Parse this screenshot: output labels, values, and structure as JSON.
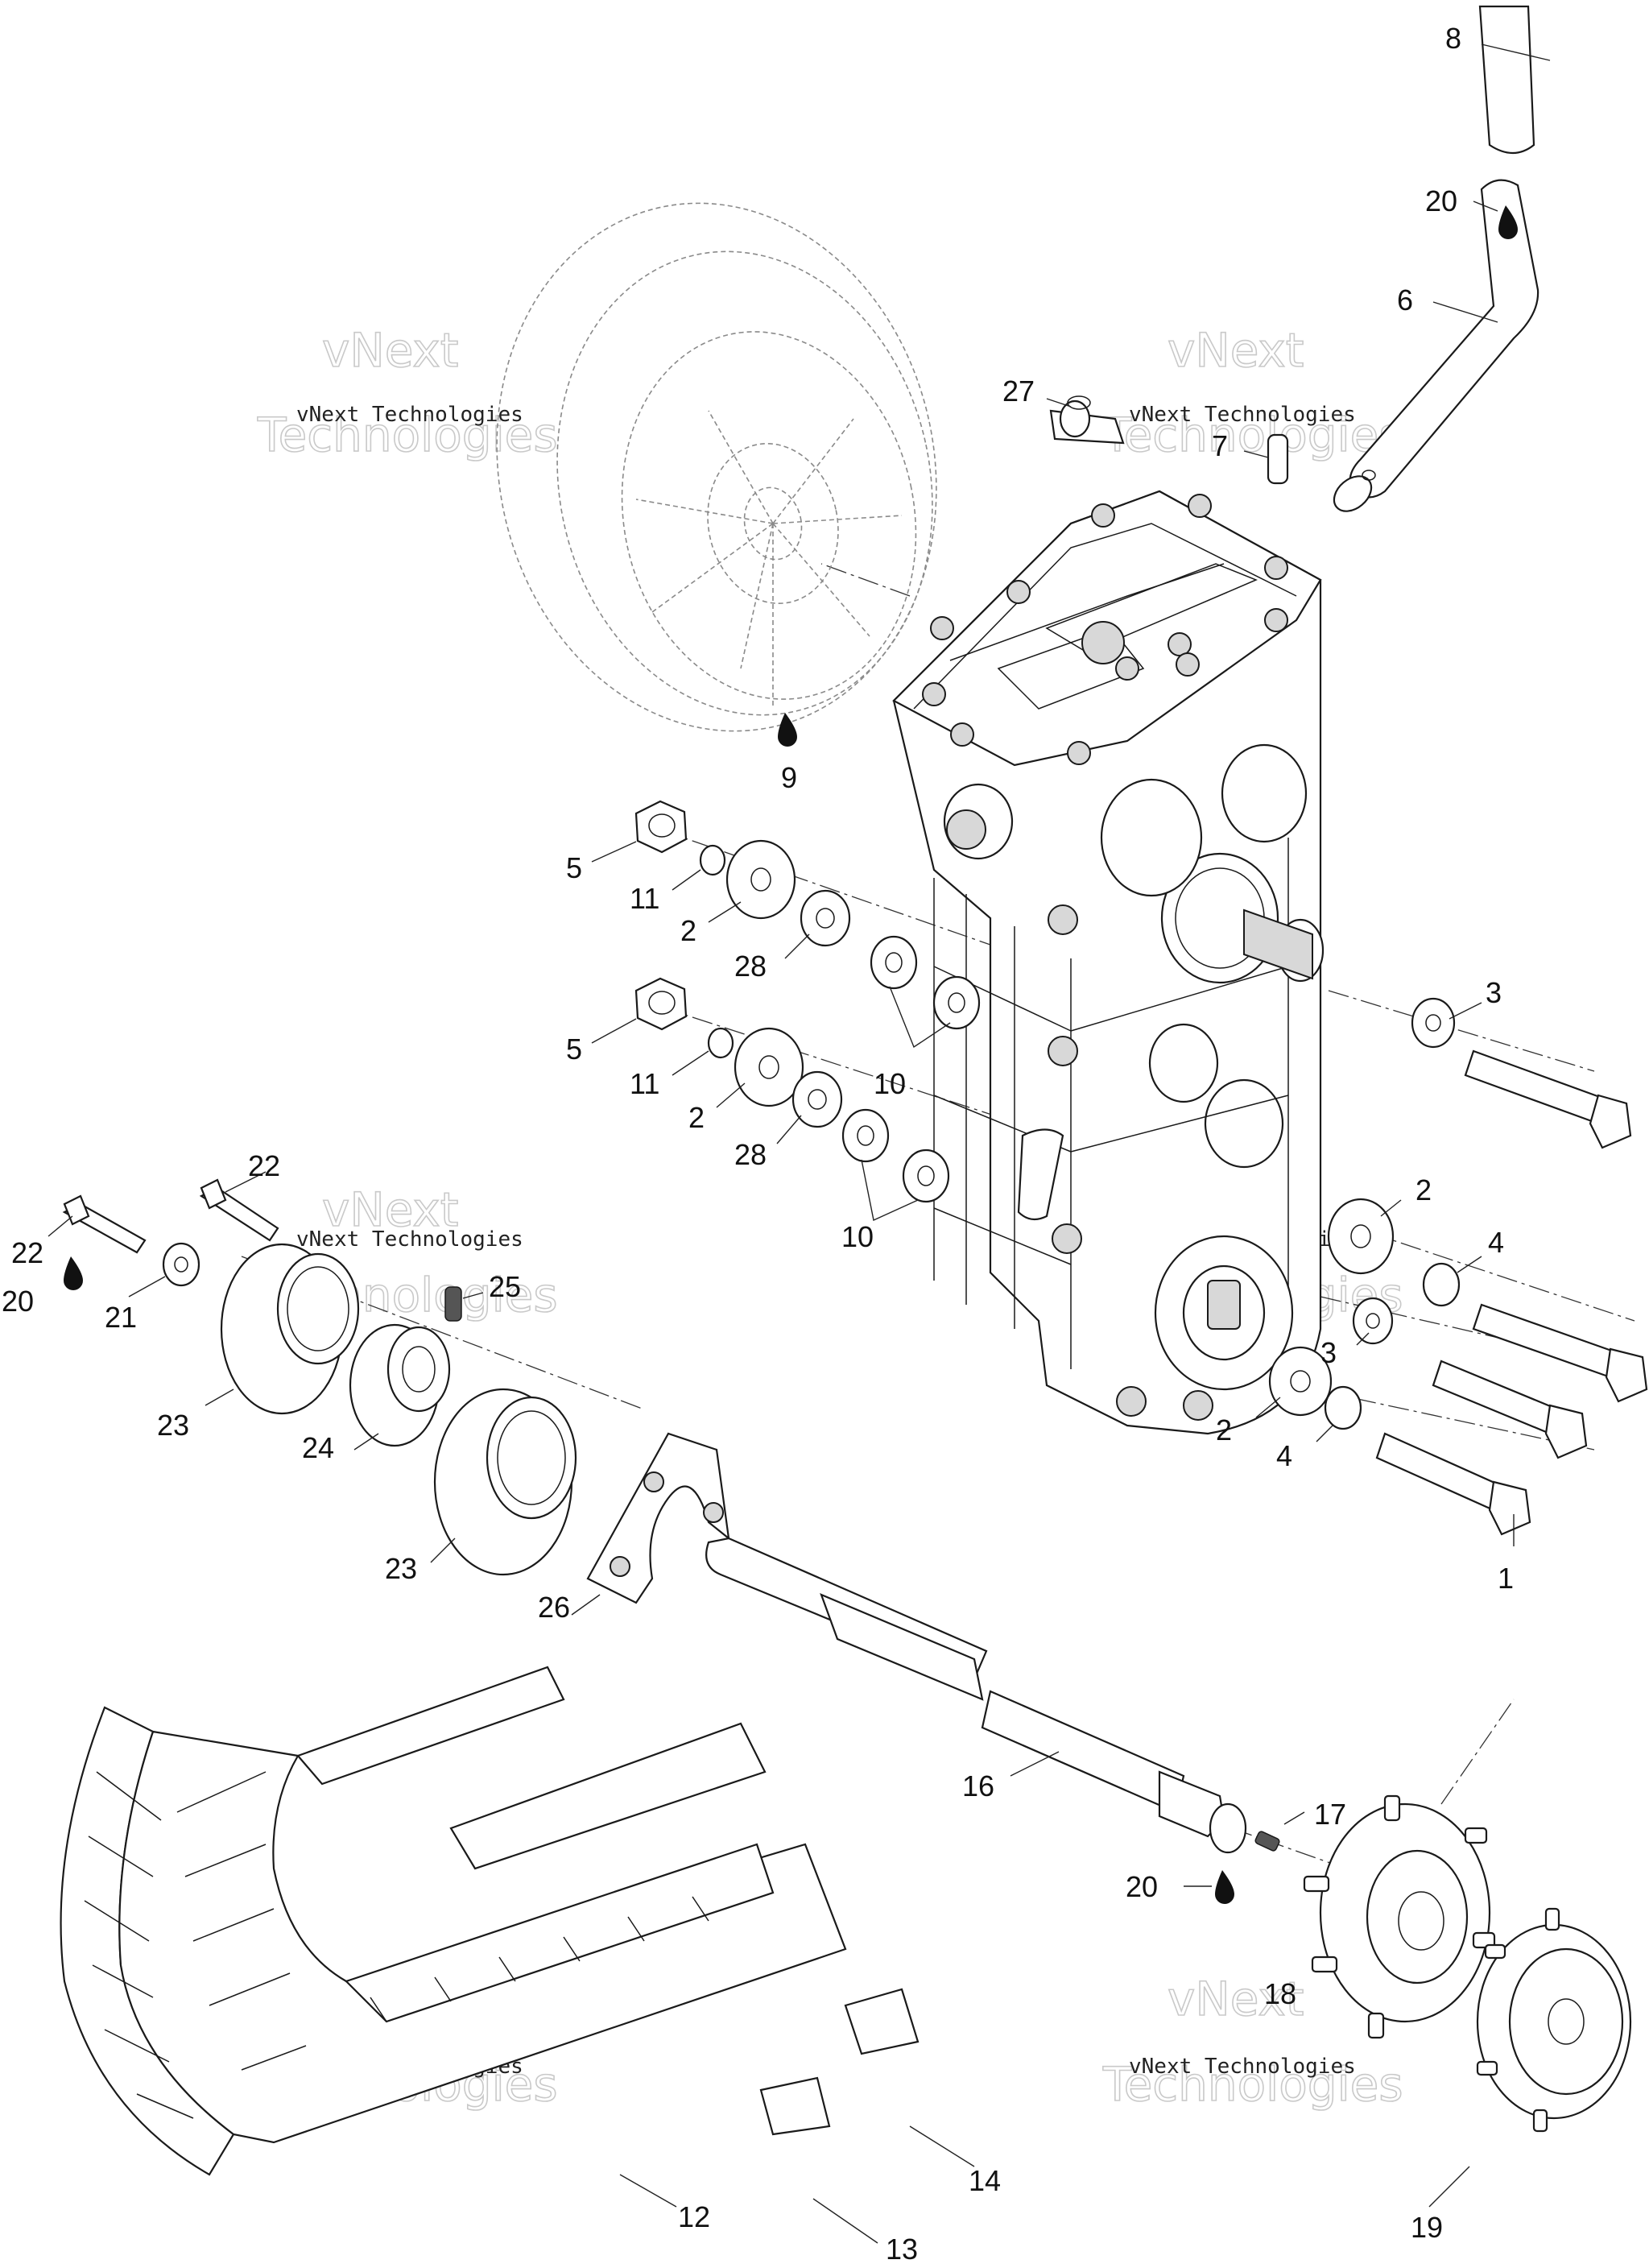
{
  "watermark": {
    "line1": "vNext Technologies",
    "big_top": "vNext",
    "big_bottom": "Technologies"
  },
  "callouts": [
    {
      "id": "c8",
      "label": "8"
    },
    {
      "id": "c20a",
      "label": "20"
    },
    {
      "id": "c6",
      "label": "6"
    },
    {
      "id": "c27",
      "label": "27"
    },
    {
      "id": "c7",
      "label": "7"
    },
    {
      "id": "c9",
      "label": "9"
    },
    {
      "id": "c5a",
      "label": "5"
    },
    {
      "id": "c11a",
      "label": "11"
    },
    {
      "id": "c2a",
      "label": "2"
    },
    {
      "id": "c28a",
      "label": "28"
    },
    {
      "id": "c10a",
      "label": "10"
    },
    {
      "id": "c5b",
      "label": "5"
    },
    {
      "id": "c11b",
      "label": "11"
    },
    {
      "id": "c2b",
      "label": "2"
    },
    {
      "id": "c28b",
      "label": "28"
    },
    {
      "id": "c10b",
      "label": "10"
    },
    {
      "id": "c3a",
      "label": "3"
    },
    {
      "id": "c2c",
      "label": "2"
    },
    {
      "id": "c4a",
      "label": "4"
    },
    {
      "id": "c3b",
      "label": "3"
    },
    {
      "id": "c2d",
      "label": "2"
    },
    {
      "id": "c4b",
      "label": "4"
    },
    {
      "id": "c1",
      "label": "1"
    },
    {
      "id": "c22a",
      "label": "22"
    },
    {
      "id": "c22b",
      "label": "22"
    },
    {
      "id": "c20b",
      "label": "20"
    },
    {
      "id": "c21",
      "label": "21"
    },
    {
      "id": "c25",
      "label": "25"
    },
    {
      "id": "c23a",
      "label": "23"
    },
    {
      "id": "c24",
      "label": "24"
    },
    {
      "id": "c23b",
      "label": "23"
    },
    {
      "id": "c26",
      "label": "26"
    },
    {
      "id": "c16",
      "label": "16"
    },
    {
      "id": "c17",
      "label": "17"
    },
    {
      "id": "c20c",
      "label": "20"
    },
    {
      "id": "c18",
      "label": "18"
    },
    {
      "id": "c19",
      "label": "19"
    },
    {
      "id": "c12",
      "label": "12"
    },
    {
      "id": "c13",
      "label": "13"
    },
    {
      "id": "c14",
      "label": "14"
    }
  ]
}
